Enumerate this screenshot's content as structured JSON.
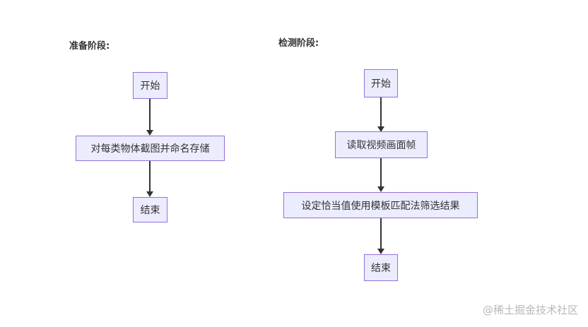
{
  "prep": {
    "title": "准备阶段:",
    "nodes": [
      "开始",
      "对每类物体截图并命名存储",
      "结束"
    ]
  },
  "detect": {
    "title": "检测阶段:",
    "nodes": [
      "开始",
      "读取视频画面帧",
      "设定恰当值使用模板匹配法筛选结果",
      "结束"
    ]
  },
  "watermark": "@稀土掘金技术社区"
}
